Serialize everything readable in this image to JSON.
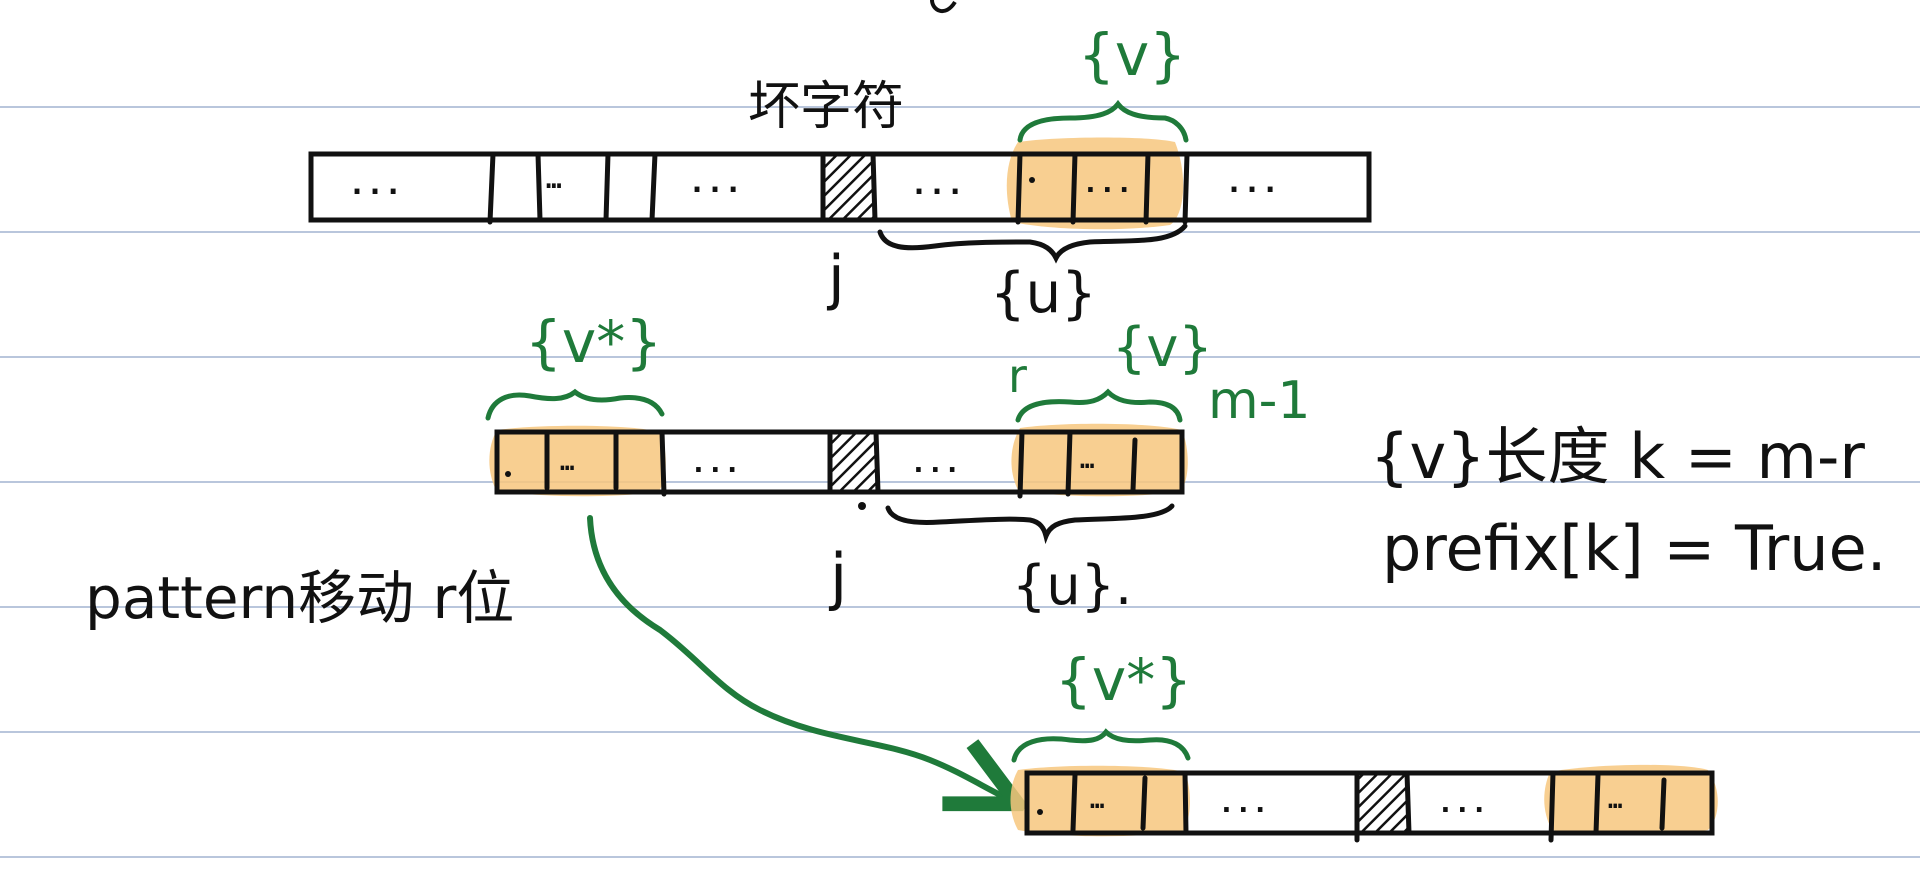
{
  "colors": {
    "ruled_line": "#b9c6dc",
    "ink": "#111111",
    "green_ink": "#1f7a3a",
    "highlight": "#f7c77e",
    "background": "#ffffff"
  },
  "labels": {
    "bad_char": "坏字符",
    "j_top": "j",
    "u_top": "{u}",
    "v_top": "{v}",
    "vstar_mid": "{v*}",
    "r_mid": "r",
    "v_mid": "{v}",
    "m_minus_1": "m-1",
    "j_mid": "j",
    "u_mid": "{u}.",
    "shift_note": "pattern移动 r位",
    "formula_1": "{v}长度 k = m-r",
    "formula_2": "prefix[k] = True.",
    "vstar_bottom": "{v*}"
  },
  "cell_dots": {
    "ellipsis": "...",
    "ellipsis_tight": "…"
  }
}
